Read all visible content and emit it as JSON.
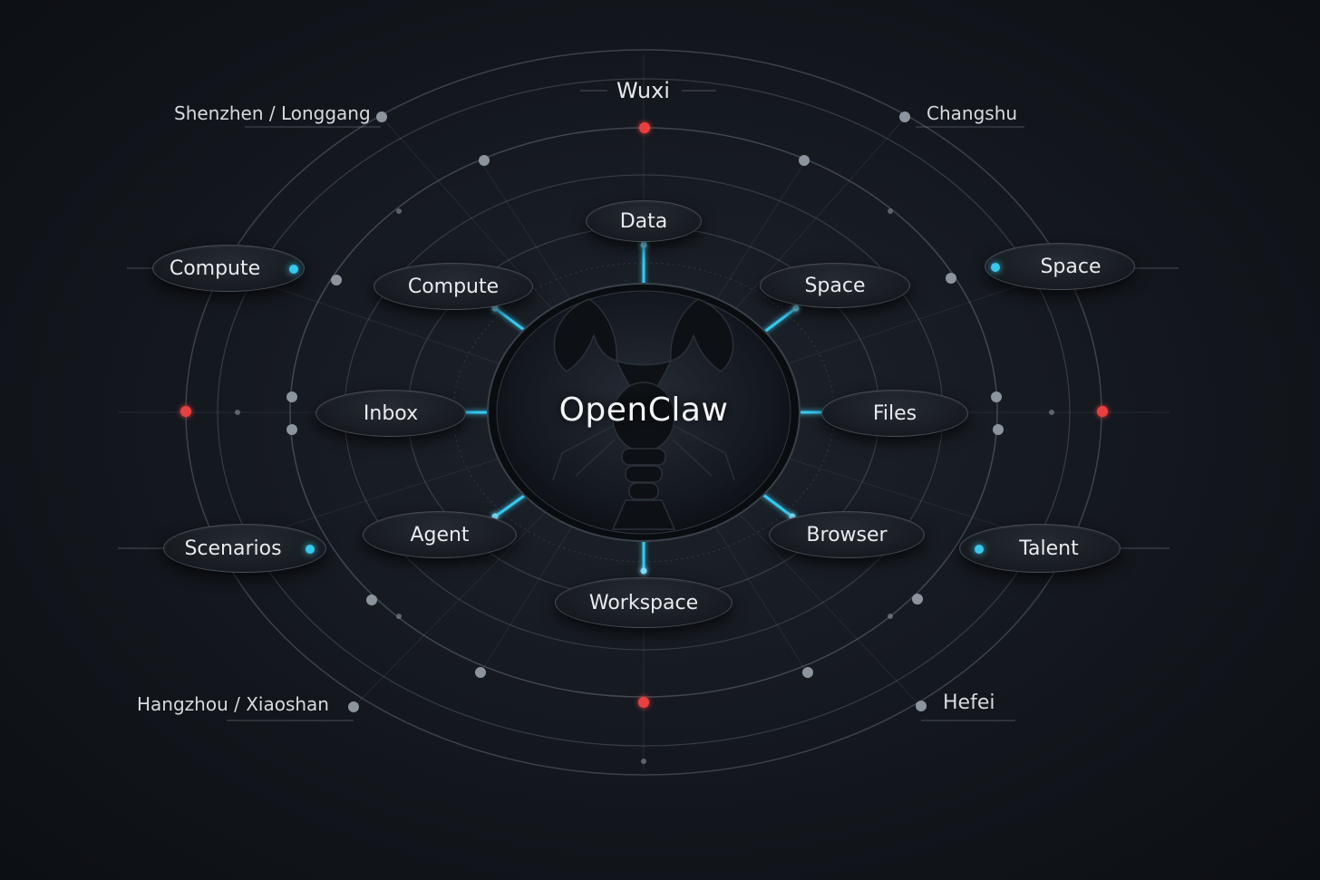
{
  "core": {
    "label": "OpenClaw"
  },
  "inner_nodes": [
    "Data",
    "Space",
    "Files",
    "Browser",
    "Workspace",
    "Agent",
    "Inbox",
    "Compute"
  ],
  "outer_nodes": [
    "Compute",
    "Space",
    "Scenarios",
    "Talent"
  ],
  "cities": {
    "top": "Wuxi",
    "top_left": "Shenzhen / Longgang",
    "top_right": "Changshu",
    "bottom_left": "Hangzhou / Xiaoshan",
    "bottom_right": "Hefei"
  },
  "colors": {
    "accent_cyan": "#38c8ee",
    "marker_red": "#e8413f",
    "background": "#14181e",
    "ring": "#8a929c"
  }
}
